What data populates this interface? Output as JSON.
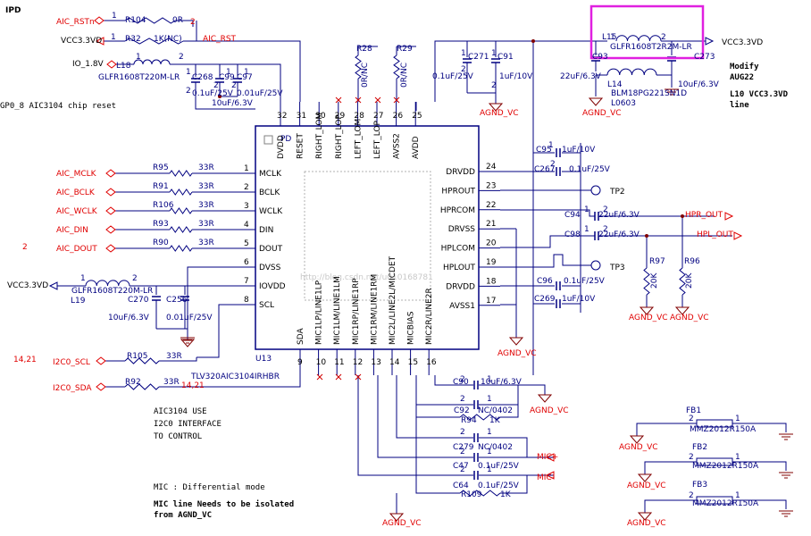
{
  "header": {
    "corner_label": "IPD"
  },
  "chip": {
    "refdes": "U13",
    "part": "TLV320AIC3104IRHBR",
    "pd_label": "PD",
    "left_pins": [
      {
        "num": "1",
        "name": "MCLK"
      },
      {
        "num": "2",
        "name": "BCLK"
      },
      {
        "num": "3",
        "name": "WCLK"
      },
      {
        "num": "4",
        "name": "DIN"
      },
      {
        "num": "5",
        "name": "DOUT"
      },
      {
        "num": "6",
        "name": "DVSS"
      },
      {
        "num": "7",
        "name": "IOVDD"
      },
      {
        "num": "8",
        "name": "SCL"
      }
    ],
    "right_pins": [
      {
        "num": "24",
        "name": "DRVDD"
      },
      {
        "num": "23",
        "name": "HPROUT"
      },
      {
        "num": "22",
        "name": "HPRCOM"
      },
      {
        "num": "21",
        "name": "DRVSS"
      },
      {
        "num": "20",
        "name": "HPLCOM"
      },
      {
        "num": "19",
        "name": "HPLOUT"
      },
      {
        "num": "18",
        "name": "DRVDD"
      },
      {
        "num": "17",
        "name": "AVSS1"
      }
    ],
    "top_pins": [
      {
        "num": "32",
        "name": "DVDD"
      },
      {
        "num": "31",
        "name": "RESET"
      },
      {
        "num": "30",
        "name": "RIGHT_LOM"
      },
      {
        "num": "29",
        "name": "RIGHT_LOP"
      },
      {
        "num": "28",
        "name": "LEFT_LOM"
      },
      {
        "num": "27",
        "name": "LEFT_LOP"
      },
      {
        "num": "26",
        "name": "AVSS2"
      },
      {
        "num": "25",
        "name": "AVDD"
      }
    ],
    "bottom_pins": [
      {
        "num": "9",
        "name": "SDA"
      },
      {
        "num": "10",
        "name": "MIC1LP/LINE1LP"
      },
      {
        "num": "11",
        "name": "MIC1LM/LINE1LM"
      },
      {
        "num": "12",
        "name": "MIC1RP/LINE1RP"
      },
      {
        "num": "13",
        "name": "MIC1RM/LINE1RM"
      },
      {
        "num": "14",
        "name": "MIC2L/LINE2L/MICDET"
      },
      {
        "num": "15",
        "name": "MICBIAS"
      },
      {
        "num": "16",
        "name": "MIC2R/LINE2R"
      }
    ],
    "watermark": "http://blog.csdn.net/u010168781"
  },
  "top_left": {
    "aic_rstn": "AIC_RSTn",
    "r104": "R104",
    "r104_val": "0R",
    "vcc": "VCC3.3VD",
    "r32": "R32",
    "r32_val": "1K(NC)",
    "aic_rst": "AIC_RST",
    "io18": "IO_1.8V",
    "l18": "L18",
    "l18_part": "GLFR1608T220M-LR",
    "c268": "C268",
    "c99": "C99",
    "c97": "C97",
    "cap1": "0.1uF/25V",
    "cap2": "10uF/6.3V",
    "cap3": "0.01uF/25V",
    "note": "GP0_8  AIC3104  chip  reset",
    "r28": "R28",
    "r29": "R29",
    "nc1": "0R/NC",
    "nc2": "0R/NC",
    "two": "2"
  },
  "top_right": {
    "c271": "C271",
    "c91": "C91",
    "c271_val": "0.1uF/25V",
    "c91_val": "1uF/10V",
    "agnd1": "AGND_VC",
    "l15": "L15",
    "l15_part": "GLFR1608T2R2M-LR",
    "vcc_out": "VCC3.3VD",
    "c93": "C93",
    "c93_val": "22uF/6.3V",
    "l14": "L14",
    "l14_part": "BLM18PG221SN1D",
    "l14_pkg": "L0603",
    "c273": "C273",
    "c273_val": "10uF/6.3V",
    "agnd2": "AGND_VC",
    "modify": "Modify",
    "aug": "AUG22",
    "l10note": "L10  VCC3.3VD",
    "line": "line"
  },
  "left_signals": [
    {
      "net": "AIC_MCLK",
      "res": "R95",
      "val": "33R"
    },
    {
      "net": "AIC_BCLK",
      "res": "R91",
      "val": "33R"
    },
    {
      "net": "AIC_WCLK",
      "res": "R106",
      "val": "33R"
    },
    {
      "net": "AIC_DIN",
      "res": "R93",
      "val": "33R"
    },
    {
      "net": "AIC_DOUT",
      "res": "R90",
      "val": "33R"
    }
  ],
  "dout_page": "2",
  "left_power": {
    "vcc": "VCC3.3VD",
    "l19": "L19",
    "l19_part": "GLFR1608T220M-LR",
    "c270": "C270",
    "c256": "C256",
    "c270_val": "10uF/6.3V",
    "c256_val": "0.01uF/25V"
  },
  "i2c": {
    "page": "14,21",
    "scl": "I2C0_SCL",
    "sda": "I2C0_SDA",
    "r105": "R105",
    "r105_val": "33R",
    "r92": "R92",
    "r92_val": "33R",
    "page2": "14,21"
  },
  "right_side": {
    "c95": "C95",
    "c95_val": "1uF/10V",
    "c267": "C267",
    "c267_val": "0.1uF/25V",
    "tp2": "TP2",
    "tp3": "TP3",
    "c94": "C94",
    "c94_val": "22uF/6.3V",
    "c98": "C98",
    "c98_val": "22uF/6.3V",
    "hpr_out": "HPR_OUT",
    "hpl_out": "HPL_OUT",
    "r97": "R97",
    "r96": "R96",
    "r97_val": "20K",
    "r96_val": "20K",
    "agnd_a": "AGND_VC",
    "agnd_b": "AGND_VC",
    "c96": "C96",
    "c96_val": "0.1uF/25V",
    "c269": "C269",
    "c269_val": "1uF/10V",
    "agnd_c": "AGND_VC"
  },
  "bottom": {
    "c90": "C90",
    "c90_val": "10uF/6.3V",
    "agnd_d": "AGND_VC",
    "c92": "C92",
    "c92_val": "NC/0402",
    "r94": "R94",
    "r94_val": "1K",
    "c279": "C279",
    "c279_val": "NC/0402",
    "mic_p": "MIC+",
    "c47": "C47",
    "c47_val": "0.1uF/25V",
    "mic_n": "MIC-",
    "c64": "C64",
    "c64_val": "0.1uF/25V",
    "r109": "R109",
    "r109_val": "1K",
    "agnd_e": "AGND_VC",
    "fb1": "FB1",
    "fb2": "FB2",
    "fb3": "FB3",
    "fb_part": "MMZ2012R150A",
    "agnd_f": "AGND_VC",
    "agnd_g": "AGND_VC",
    "agnd_h": "AGND_VC"
  },
  "notes": {
    "i2c_1": "AIC3104 USE",
    "i2c_2": "I2C0 INTERFACE",
    "i2c_3": "TO CONTROL",
    "mic_mode": "MIC : Differential mode",
    "mic_iso1": "MIC line Needs to be isolated",
    "mic_iso2": "from AGND_VC"
  },
  "colors": {
    "wire": "#000080",
    "net": "#e00000",
    "pin": "#000000",
    "highlight": "#e020e0",
    "gnd": "#800000"
  }
}
